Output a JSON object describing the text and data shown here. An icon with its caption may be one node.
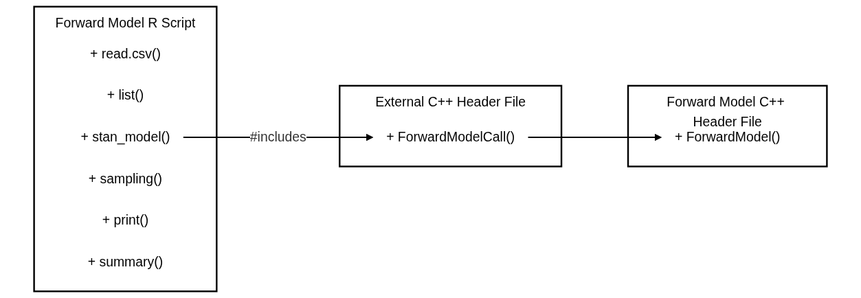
{
  "diagram": {
    "nodes": [
      {
        "text": [
          "Forward Model R Script"
        ]
      },
      {
        "text": [
          "+ read.csv()"
        ],
        "in": 0
      },
      {
        "text": [
          "+ list()"
        ],
        "in": 0
      },
      {
        "text": [
          "+ stan_model()"
        ],
        "in": 0
      },
      {
        "text": [
          "+ sampling()"
        ],
        "in": 0
      },
      {
        "text": [
          "+ print()"
        ],
        "in": 0
      },
      {
        "text": [
          "+ summary()"
        ],
        "in": 0
      },
      {
        "text": [
          "External C++ Header File"
        ]
      },
      {
        "text": [
          "+ ForwardModelCall()"
        ],
        "in": 7
      },
      {
        "text": [
          "Forward Model C++ Header File"
        ]
      },
      {
        "text": [
          "+ ForwardModel()"
        ],
        "in": 9
      }
    ],
    "edges": [
      {
        "from": 3,
        "to": 8,
        "arrow": "to",
        "label": "#includes"
      },
      {
        "from": 8,
        "to": 10,
        "arrow": "to"
      }
    ]
  }
}
